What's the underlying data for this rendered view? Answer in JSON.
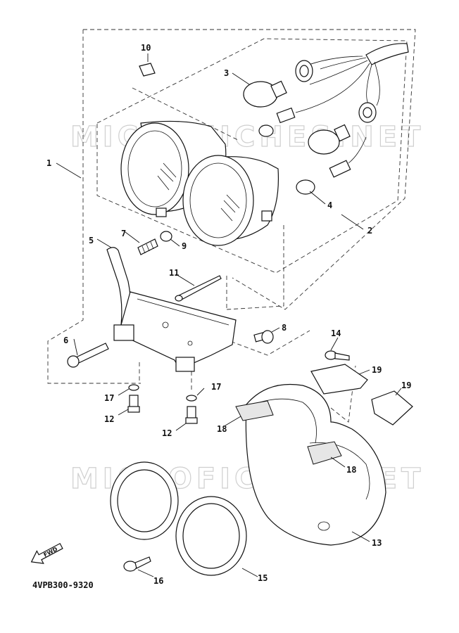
{
  "diagram": {
    "drawing_code": "4VPB300-9320",
    "forward_label": "FWD",
    "watermarks": [
      "MICROFICHES.NET",
      "MICROFICHES.NET"
    ],
    "callouts": [
      "1",
      "2",
      "3",
      "4",
      "5",
      "6",
      "7",
      "8",
      "9",
      "10",
      "11",
      "12",
      "12",
      "13",
      "14",
      "15",
      "16",
      "17",
      "17",
      "18",
      "18",
      "19",
      "19"
    ]
  }
}
